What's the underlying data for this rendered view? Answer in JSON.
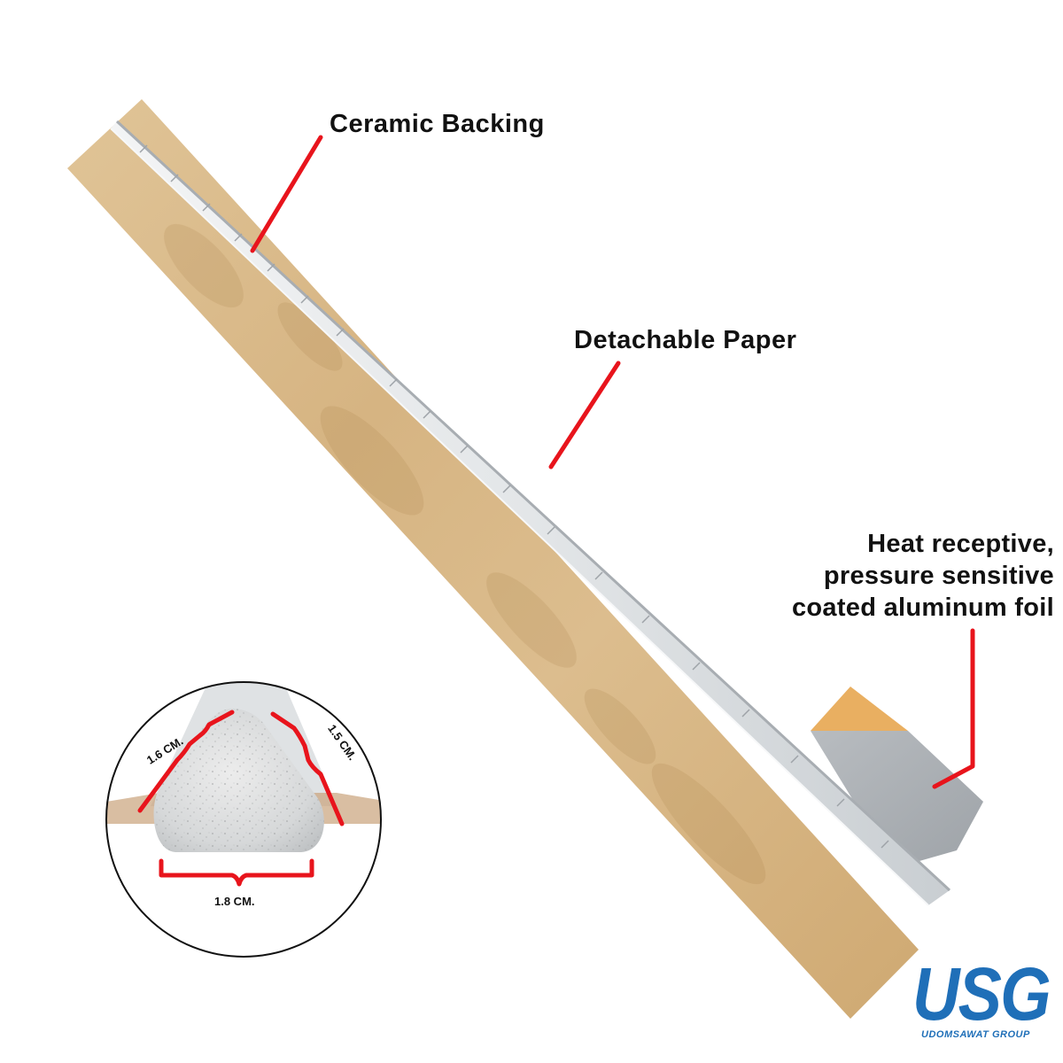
{
  "callouts": {
    "ceramic_backing": "Ceramic Backing",
    "detachable_paper": "Detachable Paper",
    "foil": {
      "line1": "Heat receptive,",
      "line2": "pressure sensitive",
      "line3": "coated aluminum foil"
    }
  },
  "dimensions": {
    "left_side": "1.6 CM.",
    "right_side": "1.5 CM.",
    "base": "1.8 CM."
  },
  "logo": {
    "mark": "USG",
    "subtitle": "UDOMSAWAT GROUP"
  },
  "colors": {
    "callout_line": "#e8141c",
    "paper": "#d9b98a",
    "ceramic": "#e4e7ea",
    "foil": "#a9aeb3",
    "brand": "#1f6fb8"
  }
}
